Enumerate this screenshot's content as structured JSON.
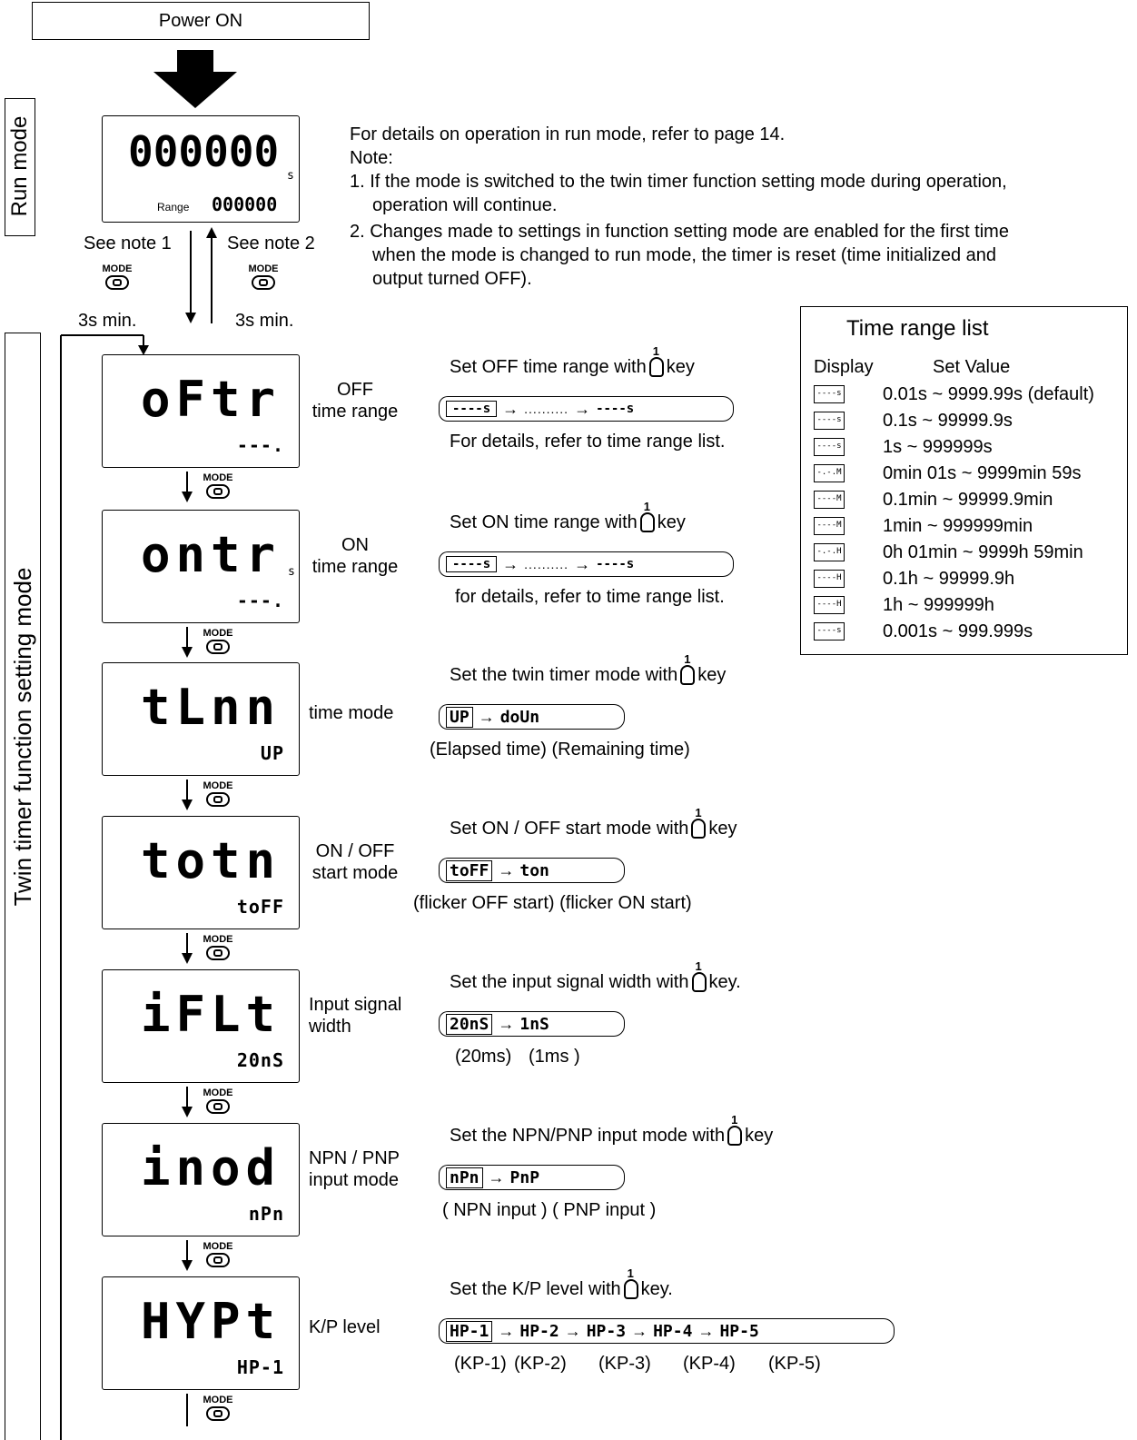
{
  "power_on": "Power ON",
  "run_mode_label": "Run mode",
  "setting_mode_label": "Twin timer function setting mode",
  "run_display": {
    "main": "000000",
    "unit": "s",
    "range_label": "Range",
    "range_value": "000000"
  },
  "notes": {
    "line1": "For details on operation in run mode, refer to page 14.",
    "heading": "Note:",
    "n1a": "1. If the mode is switched to the twin timer function setting mode during operation,",
    "n1b": "operation will continue.",
    "n2a": "2. Changes made to settings in function setting mode are enabled for the first time",
    "n2b": "when the mode is changed to run mode, the timer is reset (time initialized and",
    "n2c": "output turned OFF)."
  },
  "see_note_1": "See note 1",
  "see_note_2": "See note 2",
  "mode_key": "MODE",
  "min3_left": "3s min.",
  "min3_right": "3s min.",
  "steps": [
    {
      "disp": "oFtr",
      "sub": "---.",
      "label1": "OFF",
      "label2": "time range",
      "instr": "Set OFF time range with",
      "instr_end": "key",
      "cycle_first": "----s",
      "cycle_dots": "..........",
      "cycle_last": "----s",
      "foot": "For details, refer to time range list."
    },
    {
      "disp": "ontr",
      "sub": "---.",
      "unit": "s",
      "label1": "ON",
      "label2": "time range",
      "instr": "Set ON time range with",
      "instr_end": "key",
      "cycle_first": "----s",
      "cycle_dots": "..........",
      "cycle_last": "----s",
      "foot": "for details, refer to time range list."
    },
    {
      "disp": "tLnn",
      "sub": "UP",
      "label1": "time mode",
      "label2": "",
      "instr": "Set the twin timer mode with",
      "instr_end": "key",
      "cycle": [
        "UP",
        "doUn"
      ],
      "foot": "(Elapsed time)  (Remaining time)"
    },
    {
      "disp": "totn",
      "sub": "toFF",
      "label1": "ON / OFF",
      "label2": "start mode",
      "instr": "Set ON / OFF start mode with",
      "instr_end": "key",
      "cycle": [
        "toFF",
        "ton"
      ],
      "foot": "(flicker OFF start) (flicker ON start)"
    },
    {
      "disp": "iFLt",
      "sub": "20nS",
      "label1": "Input signal",
      "label2": "width",
      "instr": "Set the input signal width with",
      "instr_end": "key.",
      "cycle": [
        "20nS",
        "1nS"
      ],
      "foot_a": "(20ms)",
      "foot_b": "(1ms )"
    },
    {
      "disp": "inod",
      "sub": "nPn",
      "label1": "NPN / PNP",
      "label2": "input mode",
      "instr": "Set the NPN/PNP input mode with",
      "instr_end": "key",
      "cycle": [
        "nPn",
        "PnP"
      ],
      "foot": "( NPN input ) ( PNP input )"
    },
    {
      "disp": "HYPt",
      "sub": "HP-1",
      "label1": "K/P level",
      "label2": "",
      "instr": "Set the K/P level with",
      "instr_end": "key.",
      "cycle": [
        "HP-1",
        "HP-2",
        "HP-3",
        "HP-4",
        "HP-5"
      ],
      "foot_items": [
        "(KP-1)",
        "(KP-2)",
        "(KP-3)",
        "(KP-4)",
        "(KP-5)"
      ]
    }
  ],
  "range_list": {
    "title": "Time range list",
    "col_display": "Display",
    "col_value": "Set Value",
    "rows": [
      {
        "icon": "----s",
        "value": "0.01s ~ 9999.99s (default)"
      },
      {
        "icon": "----s",
        "value": "0.1s ~ 99999.9s"
      },
      {
        "icon": "----s",
        "value": "1s ~ 999999s"
      },
      {
        "icon": "-.-.M",
        "value": "0min 01s ~ 9999min 59s"
      },
      {
        "icon": "----M",
        "value": "0.1min ~ 99999.9min"
      },
      {
        "icon": "----M",
        "value": "1min ~ 999999min"
      },
      {
        "icon": "-.-.H",
        "value": "0h 01min ~ 9999h 59min"
      },
      {
        "icon": "----H",
        "value": "0.1h ~ 99999.9h"
      },
      {
        "icon": "----H",
        "value": "1h ~ 999999h"
      },
      {
        "icon": "----s",
        "value": "0.001s ~ 999.999s"
      }
    ]
  }
}
